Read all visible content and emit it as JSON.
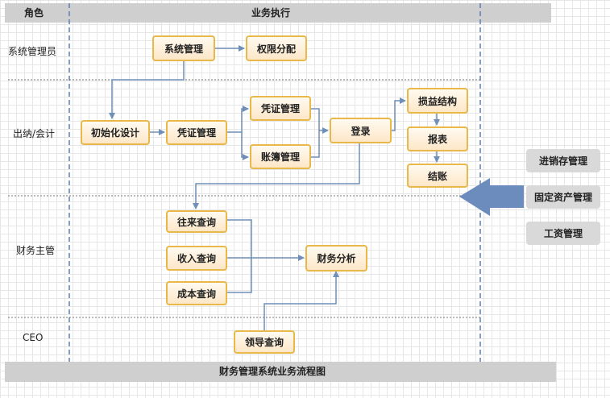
{
  "header": {
    "role_col": "角色",
    "exec_col": "业务执行"
  },
  "lanes": [
    "系统管理员",
    "出纳/会计",
    "财务主管",
    "CEO"
  ],
  "nodes": {
    "system_mgmt": "系统管理",
    "permission": "权限分配",
    "init_design": "初始化设计",
    "voucher_mgmt_1": "凭证管理",
    "voucher_mgmt_2": "凭证管理",
    "ledger_mgmt": "账簿管理",
    "login": "登录",
    "profit_loss": "损益结构",
    "report": "报表",
    "closing": "结账",
    "contact_query": "往来查询",
    "income_query": "收入查询",
    "cost_query": "成本查询",
    "financial_analysis": "财务分析",
    "leader_query": "领导查询"
  },
  "side_modules": [
    "进销存管理",
    "固定资产管理",
    "工资管理"
  ],
  "footer": {
    "title": "财务管理系统业务流程图"
  },
  "colors": {
    "node_border": "#e8b94a",
    "connector": "#6f8fb8",
    "big_arrow": "#6b8cbd",
    "bar_bg": "#cfcfcf"
  }
}
